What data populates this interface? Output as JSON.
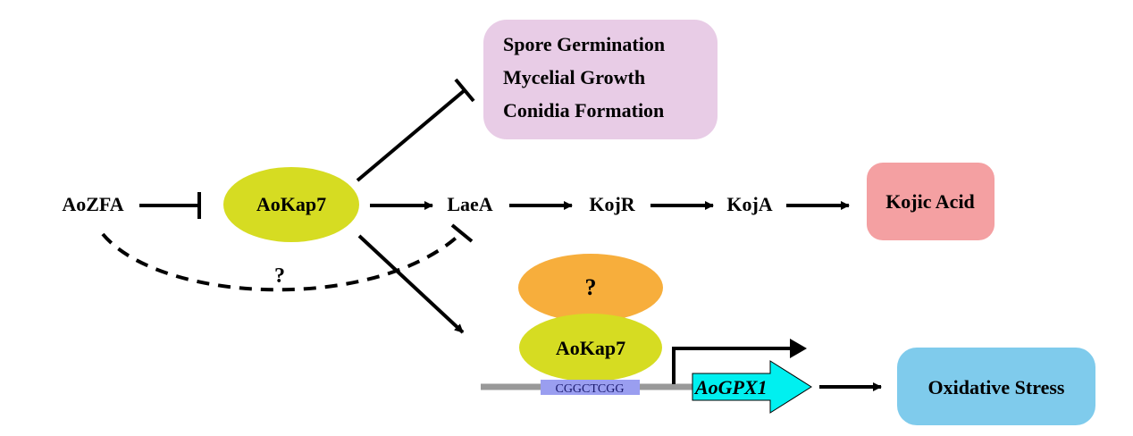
{
  "nodes": {
    "aozfa": "AoZFA",
    "aokap7_top": "AoKap7",
    "laea": "LaeA",
    "kojr": "KojR",
    "koja": "KojA",
    "kojic_acid": "Kojic Acid",
    "growth_box": [
      "Spore Germination",
      "Mycelial Growth",
      "Conidia Formation"
    ],
    "unknown_link": "?",
    "unknown_partner": "?",
    "aokap7_bottom": "AoKap7",
    "motif": "CGGCTCGG",
    "gene": "AoGPX1",
    "oxidative_stress": "Oxidative Stress"
  },
  "colors": {
    "growth_box": "#e8cce6",
    "kojic_box": "#f4a0a2",
    "oxidative_box": "#7fcbec",
    "aokap7": "#d6dc22",
    "unknown_partner": "#f7ae3c",
    "motif": "#9a9ef0",
    "gene_arrow": "#00f0f0",
    "dna": "#999999"
  },
  "edges": [
    {
      "from": "AoZFA",
      "to": "AoKap7",
      "type": "inhibition"
    },
    {
      "from": "AoKap7",
      "to": "growth phenotypes",
      "type": "inhibition"
    },
    {
      "from": "AoKap7",
      "to": "LaeA",
      "type": "activation"
    },
    {
      "from": "LaeA",
      "to": "KojR",
      "type": "activation"
    },
    {
      "from": "KojR",
      "to": "KojA",
      "type": "activation"
    },
    {
      "from": "KojA",
      "to": "Kojic Acid",
      "type": "activation"
    },
    {
      "from": "AoZFA",
      "to": "LaeA",
      "type": "inhibition",
      "style": "dashed",
      "label": "?"
    },
    {
      "from": "AoKap7",
      "to": "AoGPX1 promoter",
      "type": "activation"
    },
    {
      "from": "AoGPX1",
      "to": "Oxidative Stress",
      "type": "activation"
    }
  ]
}
